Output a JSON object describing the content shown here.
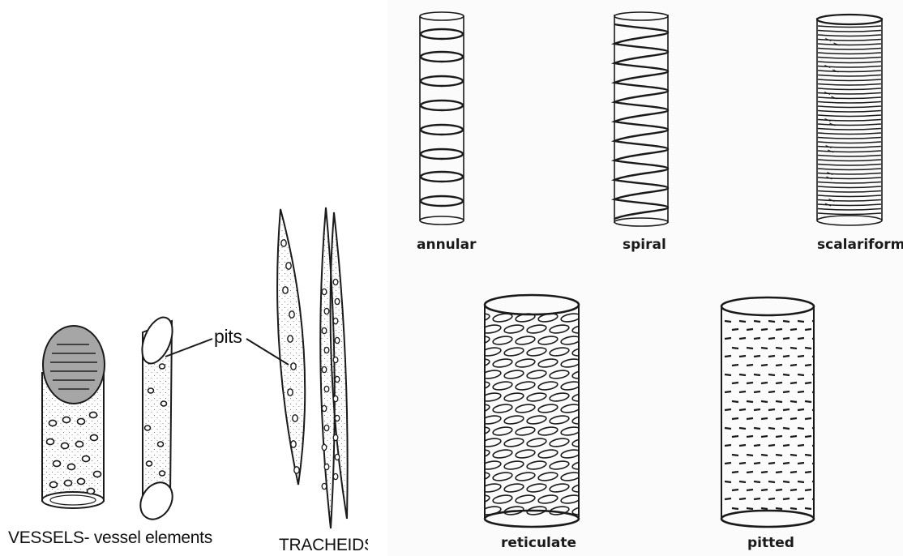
{
  "left_diagram": {
    "pits_label": "pits",
    "vessels_label": "VESSELS- vessel elements",
    "tracheids_label": "TRACHEIDS"
  },
  "right_diagram": {
    "thickenings": [
      {
        "label": "annular"
      },
      {
        "label": "spiral"
      },
      {
        "label": "scalariform"
      },
      {
        "label": "reticulate"
      },
      {
        "label": "pitted"
      }
    ]
  },
  "colors": {
    "line": "#1a1a1a",
    "shade": "#9a9a9a",
    "background": "#ffffff"
  }
}
